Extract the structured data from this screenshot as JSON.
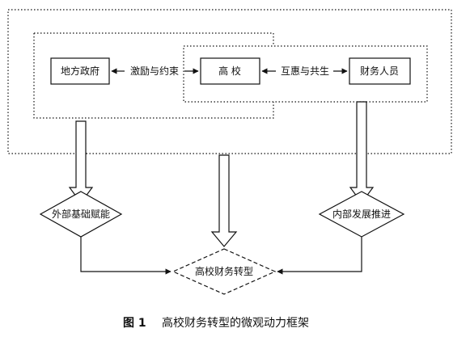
{
  "nodes": {
    "local_gov": "地方政府",
    "university": "高 校",
    "finance_staff": "财务人员",
    "external_empower": "外部基础赋能",
    "internal_drive": "内部发展推进",
    "transformation": "高校财务转型"
  },
  "edges": {
    "incentive": "激励与约束",
    "mutual": "互惠与共生"
  },
  "caption": {
    "number": "图 1",
    "title": "高校财务转型的微观动力框架"
  },
  "colors": {
    "stroke": "#111111",
    "background": "#ffffff"
  }
}
